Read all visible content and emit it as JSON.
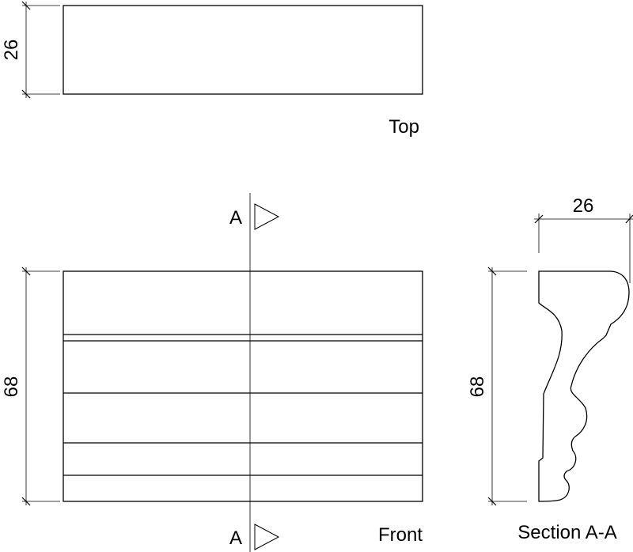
{
  "views": {
    "top": {
      "label": "Top",
      "dimension": "26"
    },
    "front": {
      "label": "Front",
      "dimension": "68"
    },
    "section": {
      "label": "Section A-A",
      "width_dimension": "26",
      "height_dimension": "68"
    }
  },
  "section_marker": {
    "letter": "A"
  }
}
